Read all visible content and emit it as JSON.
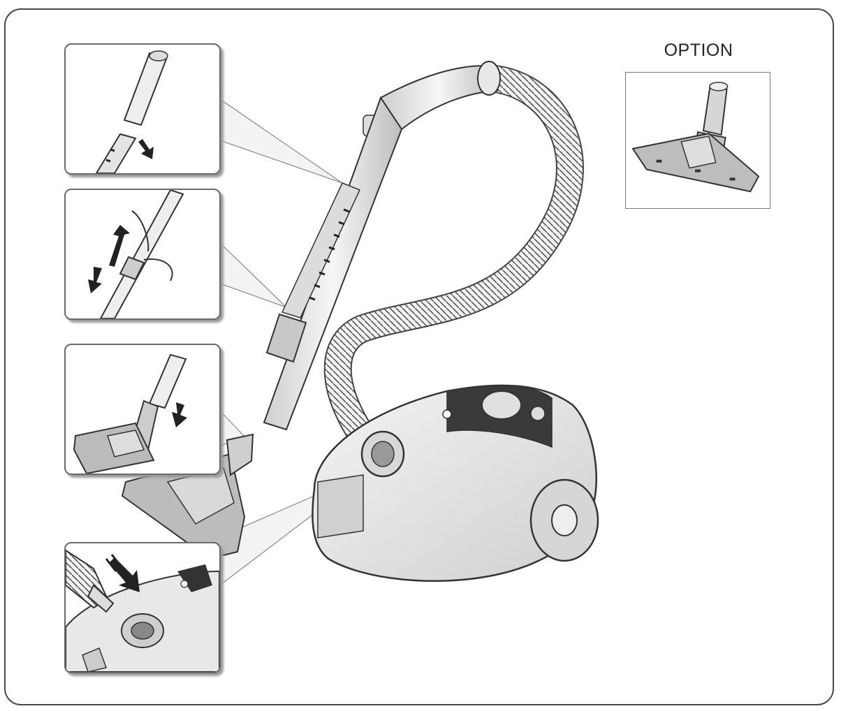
{
  "option": {
    "label": "OPTION"
  },
  "colors": {
    "outline": "#333333",
    "body_fill": "#e6e6e6",
    "shadow": "#9a9a9a",
    "frame": "#4a4a4a"
  },
  "steps": [
    {
      "name": "extend-pipe",
      "icon": "down-arrow-icon"
    },
    {
      "name": "adjust-telescopic-pipe",
      "icon": "up-down-arrow-icon"
    },
    {
      "name": "attach-floor-brush",
      "icon": "down-arrow-icon"
    },
    {
      "name": "insert-hose",
      "icon": "right-arrow-icon"
    }
  ]
}
